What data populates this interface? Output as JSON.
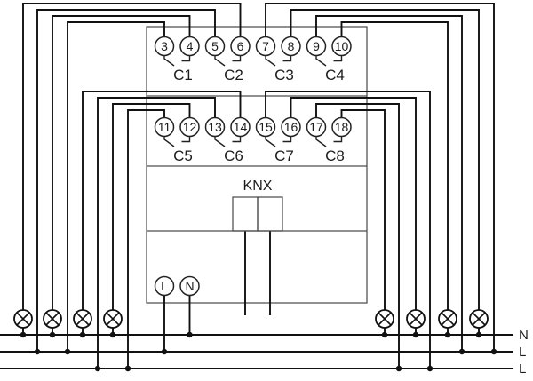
{
  "device": {
    "bus_label": "KNX",
    "terminal_rows": {
      "row1": [
        "3",
        "4",
        "5",
        "6",
        "7",
        "8",
        "9",
        "10"
      ],
      "row2": [
        "11",
        "12",
        "13",
        "14",
        "15",
        "16",
        "17",
        "18"
      ]
    },
    "channel_labels": {
      "row1": [
        "C1",
        "C2",
        "C3",
        "C4"
      ],
      "row2": [
        "C5",
        "C6",
        "C7",
        "C8"
      ]
    },
    "power_terminals": [
      "L",
      "N"
    ]
  },
  "bus_lines": {
    "labels": [
      "N",
      "L",
      "L"
    ]
  },
  "lamps": {
    "count": 8
  },
  "colors": {
    "wire": "#111111",
    "device_outline": "#4d4d4d",
    "background": "#ffffff"
  }
}
